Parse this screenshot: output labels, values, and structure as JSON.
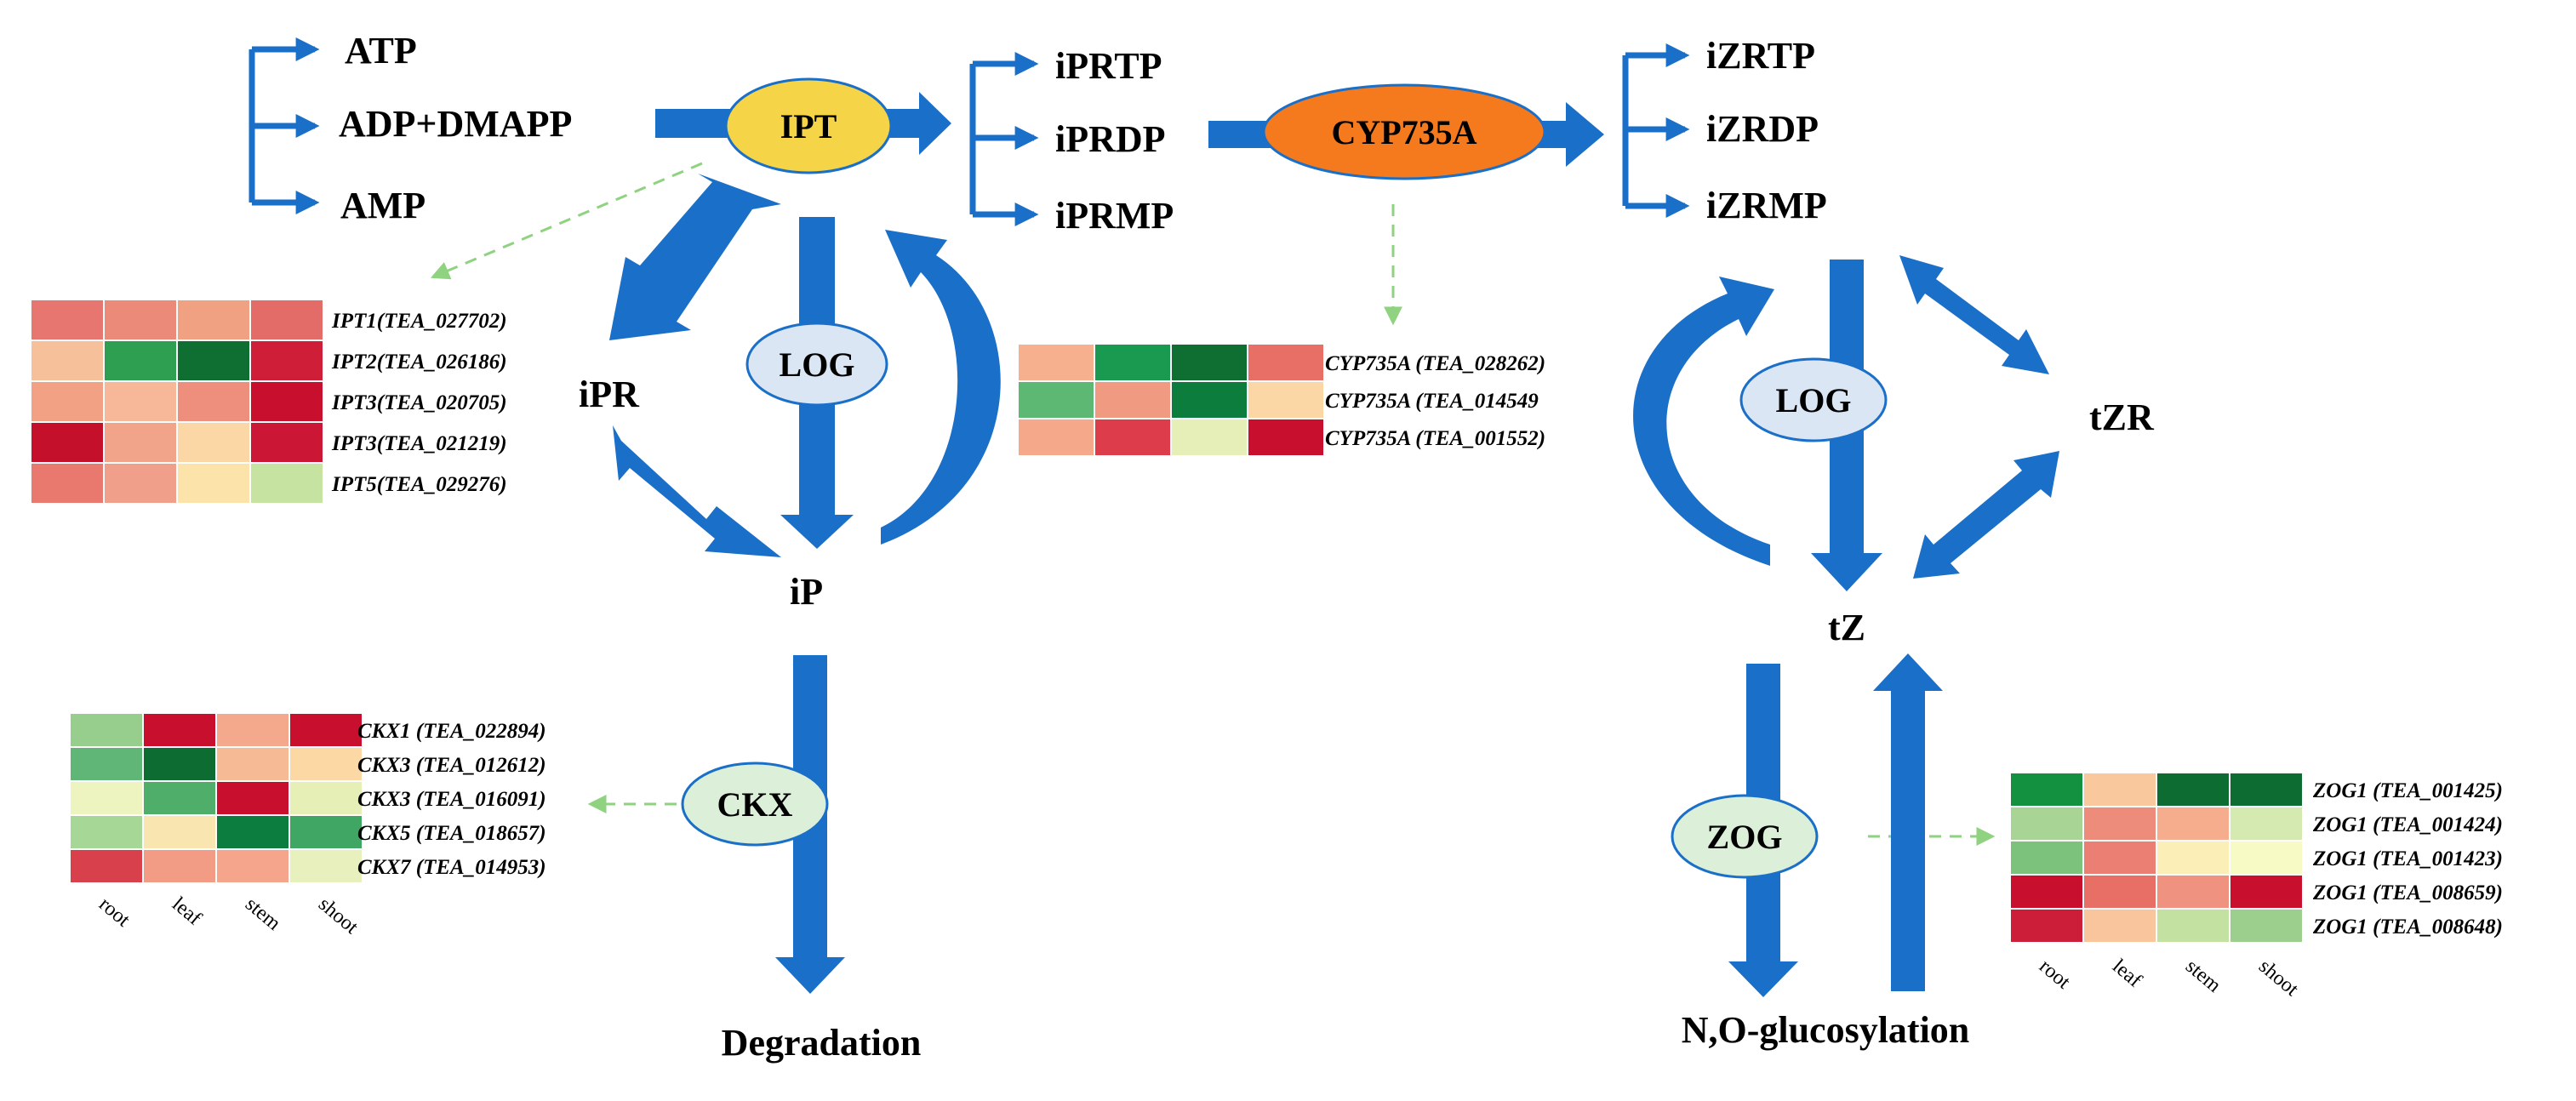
{
  "metabolites": {
    "atp": "ATP",
    "adp_dmapp": "ADP+DMAPP",
    "amp": "AMP",
    "iprtp": "iPRTP",
    "iprdp": "iPRDP",
    "iprmp": "iPRMP",
    "izrtp": "iZRTP",
    "izrdp": "iZRDP",
    "izrmp": "iZRMP",
    "ipr": "iPR",
    "ip": "iP",
    "tzr": "tZR",
    "tz": "tZ",
    "degradation": "Degradation",
    "glucosylation": "N,O-glucosylation"
  },
  "enzymes": {
    "ipt": {
      "label": "IPT",
      "color": "#f5d547"
    },
    "cyp735a": {
      "label": "CYP735A",
      "color": "#f57a1d"
    },
    "log_left": {
      "label": "LOG",
      "color": "#dbe6f4"
    },
    "log_right": {
      "label": "LOG",
      "color": "#dbe6f4"
    },
    "ckx": {
      "label": "CKX",
      "color": "#dcefd9"
    },
    "zog": {
      "label": "ZOG",
      "color": "#dcefd9"
    }
  },
  "colors": {
    "arrow_blue": "#1a6fc8",
    "dashed_green": "#8fd27f"
  },
  "heatmaps": {
    "ipt": {
      "genes": [
        "IPT1(TEA_027702)",
        "IPT2(TEA_026186)",
        "IPT3(TEA_020705)",
        "IPT3(TEA_021219)",
        "IPT5(TEA_029276)"
      ],
      "colors": [
        [
          "#e77670",
          "#eb8a78",
          "#f0a182",
          "#e36b68"
        ],
        [
          "#f6c09a",
          "#2e9e50",
          "#0f6f32",
          "#cf1e38"
        ],
        [
          "#f3a184",
          "#f6b899",
          "#ee8e7c",
          "#c8102e"
        ],
        [
          "#c5102c",
          "#f2a48a",
          "#fad7a4",
          "#cc1636"
        ],
        [
          "#e9786f",
          "#f0a08a",
          "#fbe3a9",
          "#c7e3a1"
        ]
      ]
    },
    "cyp": {
      "genes": [
        "CYP735A (TEA_028262)",
        "CYP735A (TEA_014549",
        "CYP735A (TEA_001552)"
      ],
      "colors": [
        [
          "#f7b08e",
          "#1a9a50",
          "#0f6f32",
          "#e76f66"
        ],
        [
          "#5db874",
          "#f19a82",
          "#0c7d3d",
          "#fad7a4"
        ],
        [
          "#f6a98a",
          "#dd3c4a",
          "#e6efb8",
          "#c8102e"
        ]
      ]
    },
    "ckx": {
      "genes": [
        "CKX1 (TEA_022894)",
        "CKX3 (TEA_012612)",
        "CKX3 (TEA_016091)",
        "CKX5 (TEA_018657)",
        "CKX7 (TEA_014953)"
      ],
      "colors": [
        [
          "#97cd8d",
          "#c8102e",
          "#f4a98c",
          "#c8102e"
        ],
        [
          "#60b676",
          "#0c6c32",
          "#f6bb95",
          "#fbd8a4"
        ],
        [
          "#eef4c0",
          "#4eae6a",
          "#c8102e",
          "#e5efb6"
        ],
        [
          "#a7d796",
          "#f9e5b0",
          "#0d7d3f",
          "#40a664"
        ],
        [
          "#d8404c",
          "#f29c85",
          "#f4a58b",
          "#e8f1bd"
        ]
      ],
      "tissues": [
        "root",
        "leaf",
        "stem",
        "shoot"
      ]
    },
    "zog": {
      "genes": [
        "ZOG1 (TEA_001425)",
        "ZOG1 (TEA_001424)",
        "ZOG1 (TEA_001423)",
        "ZOG1 (TEA_008659)",
        "ZOG1 (TEA_008648)"
      ],
      "colors": [
        [
          "#139040",
          "#f9c89c",
          "#0c6c32",
          "#0c6c32"
        ],
        [
          "#a8d495",
          "#ee8c7c",
          "#f5ad8d",
          "#d5eab0"
        ],
        [
          "#7cc27d",
          "#eb7f73",
          "#fbeeb6",
          "#f8fac6"
        ],
        [
          "#c8102e",
          "#e76f66",
          "#ef9280",
          "#c8102e"
        ],
        [
          "#cc1e38",
          "#f8c59c",
          "#c3e2a2",
          "#9ccf8d"
        ]
      ],
      "tissues": [
        "root",
        "leaf",
        "stem",
        "shoot"
      ]
    }
  }
}
